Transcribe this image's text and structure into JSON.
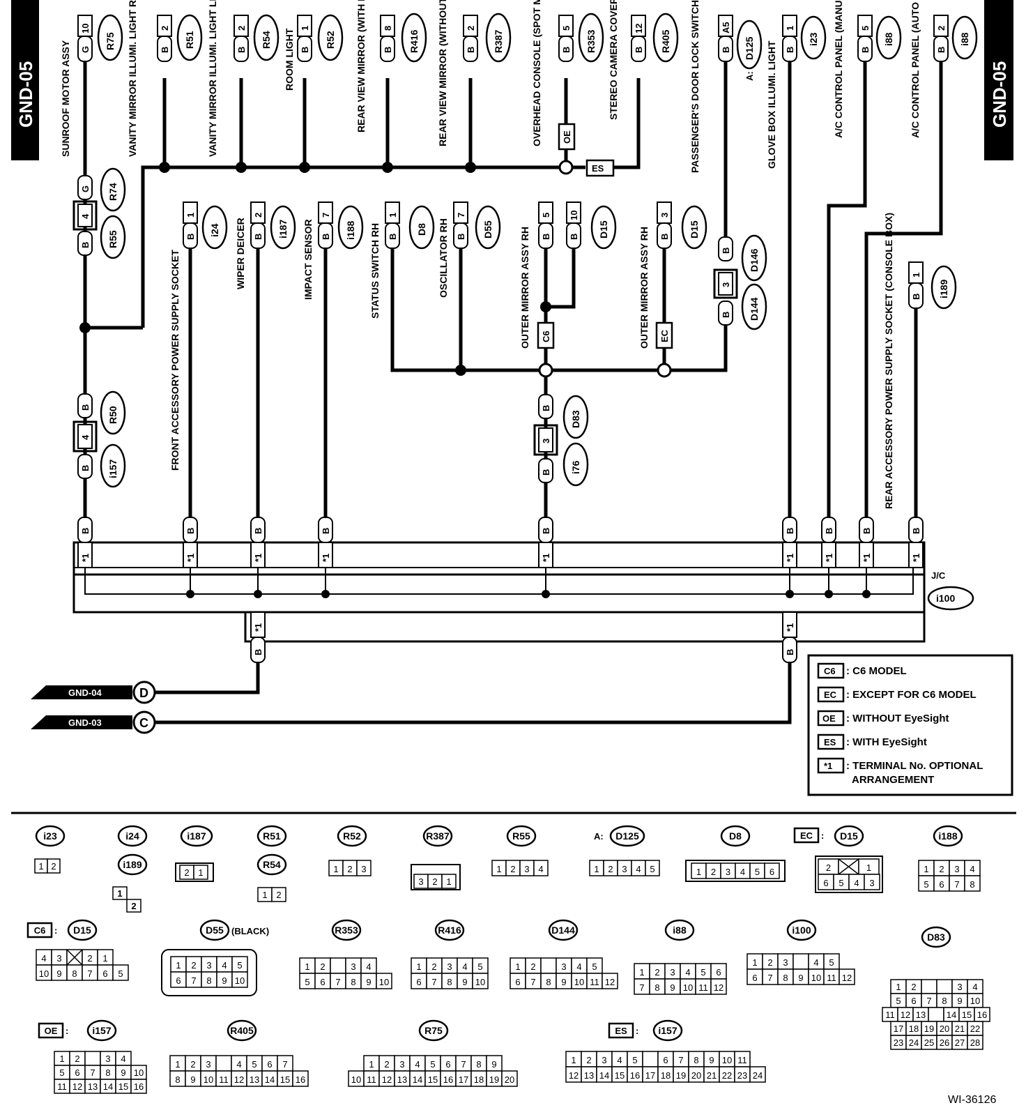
{
  "page": {
    "code_left": "GND-05",
    "code_right": "GND-05",
    "figure_id": "WI-36126"
  },
  "top_components": [
    {
      "label": "SUNROOF MOTOR ASSY",
      "conn": "R75",
      "pin": "10",
      "color": "G"
    },
    {
      "label": "VANITY MIRROR ILLUMI. LIGHT RH",
      "conn": "R51",
      "pin": "2",
      "color": "B"
    },
    {
      "label": "VANITY MIRROR ILLUMI. LIGHT LH",
      "conn": "R54",
      "pin": "2",
      "color": "B"
    },
    {
      "label": "ROOM LIGHT",
      "conn": "R52",
      "pin": "1",
      "color": "B"
    },
    {
      "label": "REAR VIEW MIRROR (WITH HOME LINK)",
      "conn": "R416",
      "pin": "8",
      "color": "B"
    },
    {
      "label": "REAR VIEW MIRROR (WITHOUT HOME LINK)",
      "conn": "R387",
      "pin": "2",
      "color": "B"
    },
    {
      "label": "OVERHEAD CONSOLE (SPOT MAP LIGHT)",
      "conn": "R353",
      "pin": "5",
      "color": "B"
    },
    {
      "label": "STEREO CAMERA COVER",
      "conn": "R405",
      "pin": "12",
      "color": "B"
    },
    {
      "label": "PASSENGER'S DOOR LOCK SWITCH",
      "conn": "D125",
      "pin": "A5",
      "color": "B",
      "prefix": "A:"
    },
    {
      "label": "GLOVE BOX ILLUMI. LIGHT",
      "conn": "i23",
      "pin": "1",
      "color": "B"
    },
    {
      "label": "A/C CONTROL PANEL (MANUAL A/C)",
      "conn": "i88",
      "pin": "5",
      "color": "B"
    },
    {
      "label": "A/C CONTROL PANEL (AUTO A/C)",
      "conn": "i88",
      "pin": "2",
      "color": "B"
    }
  ],
  "mid_components": [
    {
      "label": "FRONT ACCESSORY POWER SUPPLY SOCKET",
      "conn": "i24",
      "pin": "1",
      "color": "B"
    },
    {
      "label": "WIPER DEICER",
      "conn": "i187",
      "pin": "2",
      "color": "B"
    },
    {
      "label": "IMPACT SENSOR",
      "conn": "i188",
      "pin": "7",
      "color": "B"
    },
    {
      "label": "STATUS SWITCH RH",
      "conn": "D8",
      "pin": "1",
      "color": "B"
    },
    {
      "label": "OSCILLATOR RH",
      "conn": "D55",
      "pin": "7",
      "color": "B"
    },
    {
      "label": "OUTER MIRROR ASSY RH",
      "conn": "D15",
      "pin_a": "5",
      "pin_b": "10",
      "color": "B"
    },
    {
      "label": "OUTER MIRROR ASSY RH",
      "conn": "D15",
      "pin": "3",
      "color": "B"
    },
    {
      "label": "REAR ACCESSORY POWER SUPPLY SOCKET (CONSOLE BOX)",
      "conn": "i189",
      "pin": "1",
      "color": "B"
    }
  ],
  "inline_connectors": {
    "r74_r55": {
      "top_conn": "R74",
      "bottom_conn": "R55",
      "pin": "4",
      "top_color": "G",
      "bottom_color": "B"
    },
    "r50_i157": {
      "top_conn": "R50",
      "bottom_conn": "i157",
      "pin": "4",
      "color": "B"
    },
    "d146_d144": {
      "top_conn": "D146",
      "bottom_conn": "D144",
      "pin": "3",
      "color": "B"
    },
    "d83_i76": {
      "top_conn": "D83",
      "bottom_conn": "i76",
      "pin": "3",
      "color": "B"
    }
  },
  "tags": {
    "oe": "OE",
    "es": "ES",
    "c6": "C6",
    "ec": "EC"
  },
  "joint": {
    "label": "J/C",
    "conn": "i100",
    "term": "*1",
    "color": "B"
  },
  "grounds": [
    {
      "code": "GND-04",
      "letter": "D"
    },
    {
      "code": "GND-03",
      "letter": "C"
    }
  ],
  "legend": [
    {
      "key": "C6",
      "text": ": C6 MODEL"
    },
    {
      "key": "EC",
      "text": ": EXCEPT FOR C6 MODEL"
    },
    {
      "key": "OE",
      "text": ": WITHOUT EyeSight"
    },
    {
      "key": "ES",
      "text": ": WITH EyeSight"
    },
    {
      "key": "*1",
      "text": ": TERMINAL No. OPTIONAL",
      "text2": "ARRANGEMENT"
    }
  ],
  "connector_views": {
    "i23": "i23",
    "i24": "i24",
    "i189": "i189",
    "i187": "i187",
    "r51": "R51",
    "r54": "R54",
    "r52": "R52",
    "r387": "R387",
    "r55": "R55",
    "d125_prefix": "A:",
    "d125": "D125",
    "d8": "D8",
    "ec_tag": "EC",
    "d15a": "D15",
    "i188": "i188",
    "c6_tag": "C6",
    "d15b": "D15",
    "d55": "D55",
    "d55_note": "(BLACK)",
    "r353": "R353",
    "r416": "R416",
    "d144": "D144",
    "i88": "i88",
    "i100": "i100",
    "d83": "D83",
    "oe_tag": "OE",
    "i157a": "i157",
    "r405": "R405",
    "r75": "R75",
    "es_tag": "ES",
    "i157b": "i157"
  },
  "pins": {
    "p1_2": [
      "1",
      "2"
    ],
    "p1_2_3": [
      "1",
      "2",
      "3"
    ],
    "p3_2_1": [
      "3",
      "2",
      "1"
    ],
    "p2_1": [
      "2",
      "1"
    ],
    "p1_4": [
      "1",
      "2",
      "3",
      "4"
    ],
    "p1_5": [
      "1",
      "2",
      "3",
      "4",
      "5"
    ],
    "p1_6": [
      "1",
      "2",
      "3",
      "4",
      "5",
      "6"
    ],
    "i188_top": [
      "1",
      "2",
      "3",
      "4"
    ],
    "i188_bot": [
      "5",
      "6",
      "7",
      "8"
    ],
    "d15a_top": [
      "2",
      "",
      "1"
    ],
    "d15a_bot": [
      "6",
      "5",
      "4",
      "3"
    ],
    "d15b_top": [
      "4",
      "3",
      "",
      "2",
      "1"
    ],
    "d15b_bot": [
      "10",
      "9",
      "8",
      "7",
      "6",
      "5"
    ],
    "d55_top": [
      "1",
      "2",
      "3",
      "4",
      "5"
    ],
    "d55_bot": [
      "6",
      "7",
      "8",
      "9",
      "10"
    ],
    "r353_top": [
      "1",
      "2",
      "",
      "3",
      "4"
    ],
    "r353_bot": [
      "5",
      "6",
      "7",
      "8",
      "9",
      "10"
    ],
    "r416_top": [
      "1",
      "2",
      "3",
      "4",
      "5"
    ],
    "r416_bot": [
      "6",
      "7",
      "8",
      "9",
      "10"
    ],
    "d144_top": [
      "1",
      "2",
      "",
      "3",
      "4",
      "5"
    ],
    "d144_bot": [
      "6",
      "7",
      "8",
      "9",
      "10",
      "11",
      "12"
    ],
    "i88_top": [
      "1",
      "2",
      "3",
      "4",
      "5",
      "6"
    ],
    "i88_bot": [
      "7",
      "8",
      "9",
      "10",
      "11",
      "12"
    ],
    "i100_top": [
      "1",
      "2",
      "3",
      "",
      "4",
      "5"
    ],
    "i100_bot": [
      "6",
      "7",
      "8",
      "9",
      "10",
      "11",
      "12"
    ],
    "i157a_r1": [
      "1",
      "2",
      "",
      "3",
      "4"
    ],
    "i157a_r2": [
      "5",
      "6",
      "7",
      "8",
      "9",
      "10"
    ],
    "i157a_r3": [
      "11",
      "12",
      "13",
      "14",
      "15",
      "16"
    ],
    "r405_top": [
      "1",
      "2",
      "3",
      "",
      "4",
      "5",
      "6",
      "7"
    ],
    "r405_bot": [
      "8",
      "9",
      "10",
      "11",
      "12",
      "13",
      "14",
      "15",
      "16"
    ],
    "r75_top": [
      "1",
      "2",
      "3",
      "4",
      "5",
      "6",
      "7",
      "8",
      "9"
    ],
    "r75_bot": [
      "10",
      "11",
      "12",
      "13",
      "14",
      "15",
      "16",
      "17",
      "18",
      "19",
      "20"
    ],
    "i157b_top": [
      "1",
      "2",
      "3",
      "4",
      "5",
      "",
      "6",
      "7",
      "8",
      "9",
      "10",
      "11"
    ],
    "i157b_bot": [
      "12",
      "13",
      "14",
      "15",
      "16",
      "17",
      "18",
      "19",
      "20",
      "21",
      "22",
      "23",
      "24"
    ],
    "d83_r1": [
      "1",
      "2",
      "",
      "",
      "3",
      "4"
    ],
    "d83_r2": [
      "5",
      "6",
      "7",
      "8",
      "9",
      "10"
    ],
    "d83_r3": [
      "11",
      "12",
      "13",
      "",
      "14",
      "15",
      "16"
    ],
    "d83_r4": [
      "17",
      "18",
      "19",
      "20",
      "21",
      "22"
    ],
    "d83_r5": [
      "23",
      "24",
      "25",
      "26",
      "27",
      "28"
    ]
  }
}
